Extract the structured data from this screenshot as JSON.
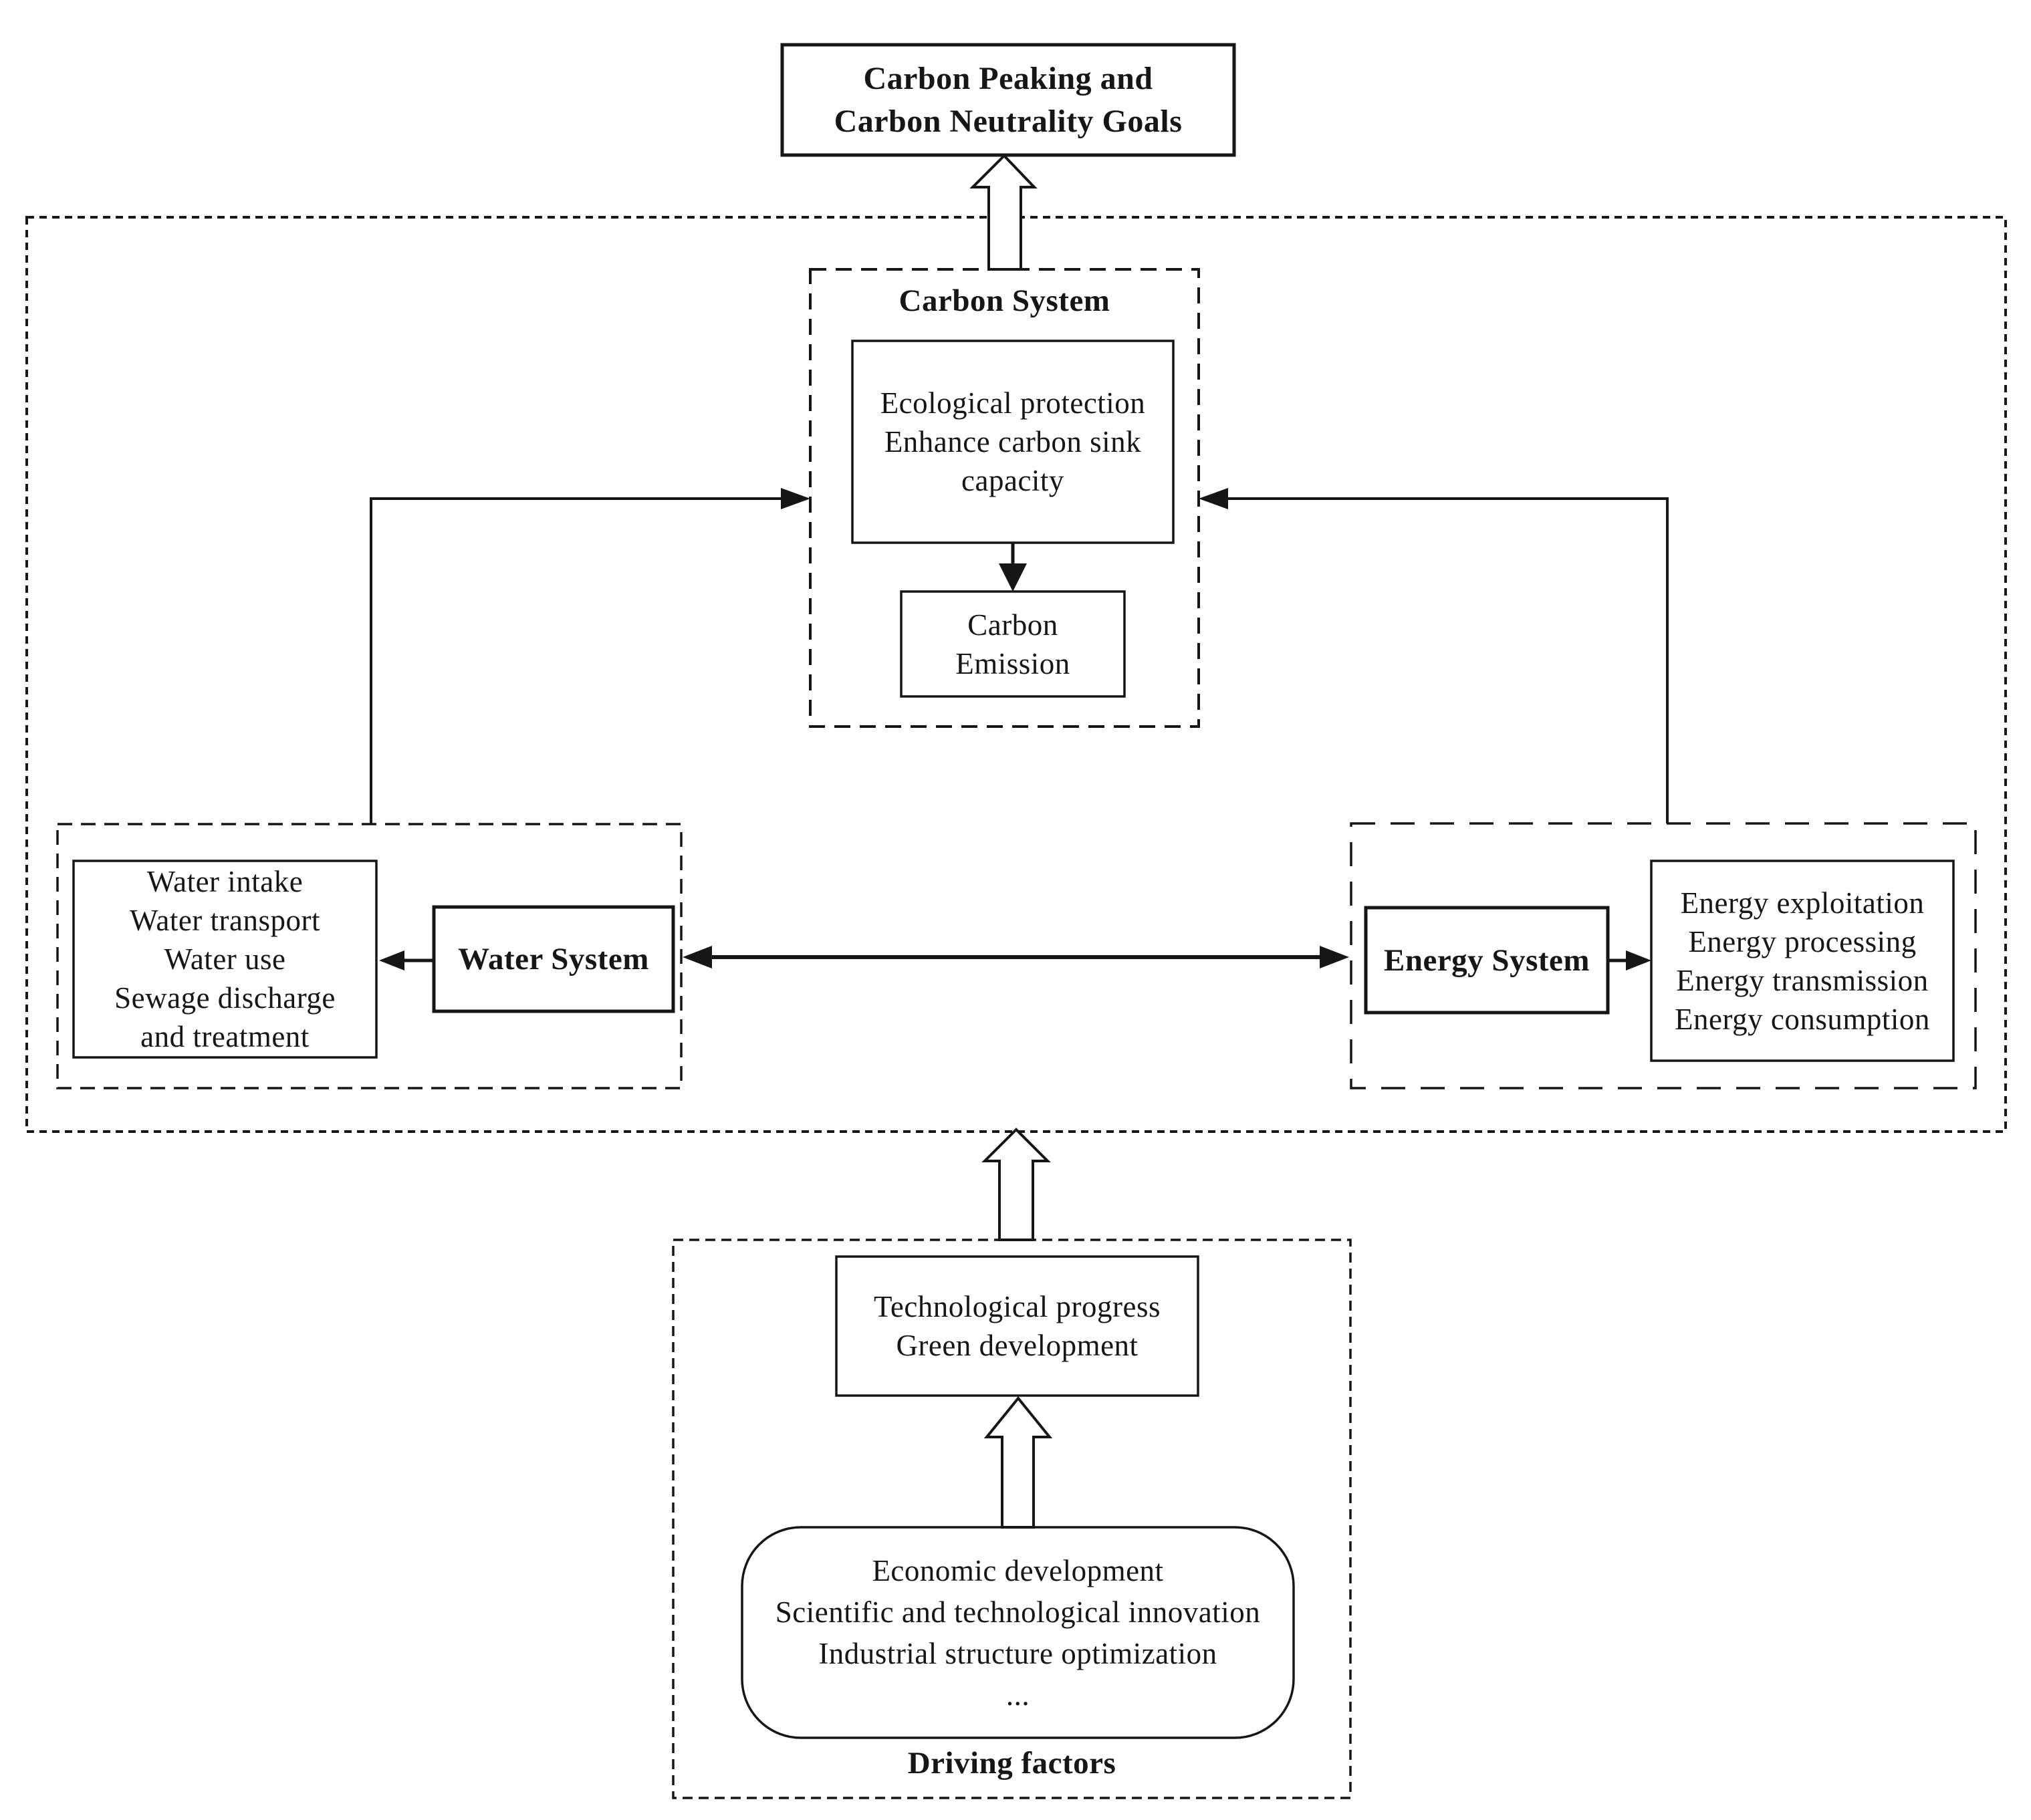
{
  "diagram": {
    "title_box": "Carbon Peaking and\nCarbon Neutrality Goals",
    "carbon_system": {
      "title": "Carbon System",
      "eco_box": "Ecological protection\nEnhance carbon sink\ncapacity",
      "emission_box": "Carbon\nEmission"
    },
    "water_system": {
      "title": "Water System",
      "detail_box": "Water intake\nWater transport\nWater use\nSewage discharge\nand treatment"
    },
    "energy_system": {
      "title": "Energy System",
      "detail_box": "Energy exploitation\nEnergy processing\nEnergy transmission\nEnergy consumption"
    },
    "driving_factors": {
      "label": "Driving factors",
      "tech_box": "Technological progress\nGreen development",
      "rounded_box": "Economic development\nScientific and technological innovation\nIndustrial structure optimization\n..."
    },
    "colors": {
      "line": "#161616",
      "background": "#ffffff"
    }
  }
}
